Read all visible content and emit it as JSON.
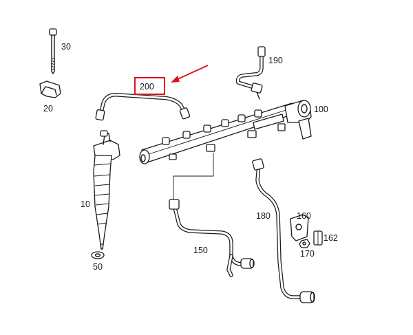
{
  "callouts": {
    "p30": "30",
    "p190": "190",
    "p200": "200",
    "p20": "20",
    "p100": "100",
    "p10": "10",
    "p180": "180",
    "p160": "160",
    "p162": "162",
    "p150": "150",
    "p170": "170",
    "p50": "50"
  },
  "highlight": {
    "part": "200",
    "color": "#e0101c"
  }
}
